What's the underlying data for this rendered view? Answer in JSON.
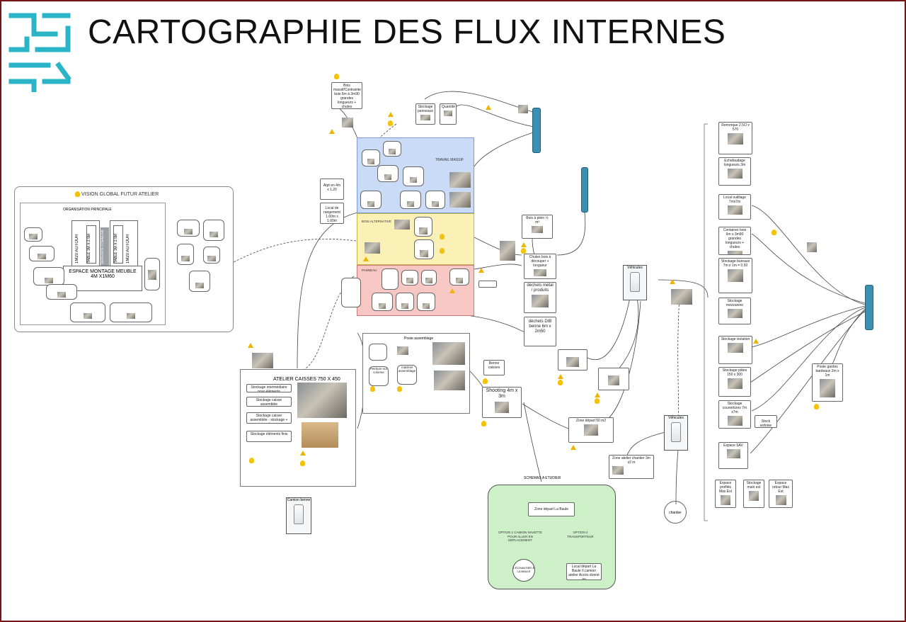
{
  "title": "CARTOGRAPHIE DES FLUX INTERNES",
  "colors": {
    "blue_zone": "#c9dbf7",
    "yellow_zone": "#fbf1b7",
    "red_zone": "#f7c7c3",
    "green_zone": "#cdf0c9",
    "border": "#7a1515",
    "logo": "#29b4c8"
  },
  "logo_icon": "maze-logo-icon",
  "vision": {
    "heading": "VISION GLOBAL FUTUR ATELIER",
    "org": "ORGANISATION PRINCIPALE",
    "table1": "TABLE 1M X 2.5M",
    "table2": "TABLE 1M X 2.5M",
    "autour1": "1M20 AUTOUR",
    "autour2": "1M20 AUTOUR",
    "servante": "SERVANTE COMMUNE",
    "espace": "ESPACE MONTAGE MEUBLE",
    "espace_dim": "4M X1M60"
  },
  "zones": {
    "blue": "TRAVAIL MASSIF",
    "yellow": "BOIS ALTERNATIVE",
    "red": "PANNEAU"
  },
  "top": {
    "bois_massif": "Bois massif/Contrainte bois 6m à 3m90 grandes longueurs + chutes",
    "stockage_panneaux": "Stockage panneaux",
    "quantite": "Quantité"
  },
  "middle_small": {
    "chip1": "Atpt en 4m x 1.20",
    "chip2": "Local de rangement 1.60m x 1.60m"
  },
  "right_chain": {
    "bois_plein": "Bois à plein ½ m³",
    "chutes_bois": "Chutes bois à découper + longueur",
    "dechets_metal": "déchets métal / produits",
    "dechets_dib": "déchets DIB benne 6m x 2m50",
    "vehicule1": "Véhicules",
    "vehicule2": "Véhicules"
  },
  "atelier_caisses": {
    "title": "ATELIER CAISSES 750 X 450",
    "rows": [
      "Stockage intermédiaire pour éléments",
      "Stockage caisse assemblée",
      "Stockage caisse assemblée - stockage + montage",
      "Stockage éléments finis"
    ]
  },
  "poste_assemblage": {
    "title": "Poste assemblage",
    "peinture": "Peinture sur colonne",
    "materiel": "matériel assemblage"
  },
  "benne_caisses": "Benne caisses",
  "shooting": "Shooting 4m x 3m",
  "zone_depart": "Zone départ 50 m2",
  "zone_chantier": "Zone atelier chantier 3m x2 m",
  "chantier": "chantier",
  "camion": "Camion benne",
  "schemas": {
    "title": "SCHEMAS A ETUDIER",
    "start": "Zone départ La Baule",
    "option1": "OPTION 1 CAMION NAVETTE POUR ALLER EN DÉPLACEMENT",
    "option2": "OPTION 2 TRANSPORTEUR",
    "end1": "L'ÉCHANTIER À LA BAULE",
    "end2": "Local départ La Baule Il camion atelier Accès donné au"
  },
  "right_column": [
    {
      "label": "Remorque 2.5O x 570"
    },
    {
      "label": "Echafaudage longueurs 3m"
    },
    {
      "label": "Local outillage 7mx7m"
    },
    {
      "label": "Container bois 6m x 3m90 grandes longueurs + chutes"
    },
    {
      "label": "Stockage bureaux 7m x 1m = 0.50"
    },
    {
      "label": "Stockage mezzanine"
    },
    {
      "label": "Stockage isolation"
    },
    {
      "label": "Stockage pâtes 150 x 300"
    },
    {
      "label": "Stockage couvertures 7m x7m"
    },
    {
      "label": "Espace SAV"
    },
    {
      "label": "Espace profilés Max Est"
    },
    {
      "label": "Stockage main est"
    },
    {
      "label": "Espace retour Max Est"
    }
  ],
  "stock_ardoise": "Stock ardoise",
  "poste_gardes": "Poste gardes bardeaux 2m x 1m"
}
